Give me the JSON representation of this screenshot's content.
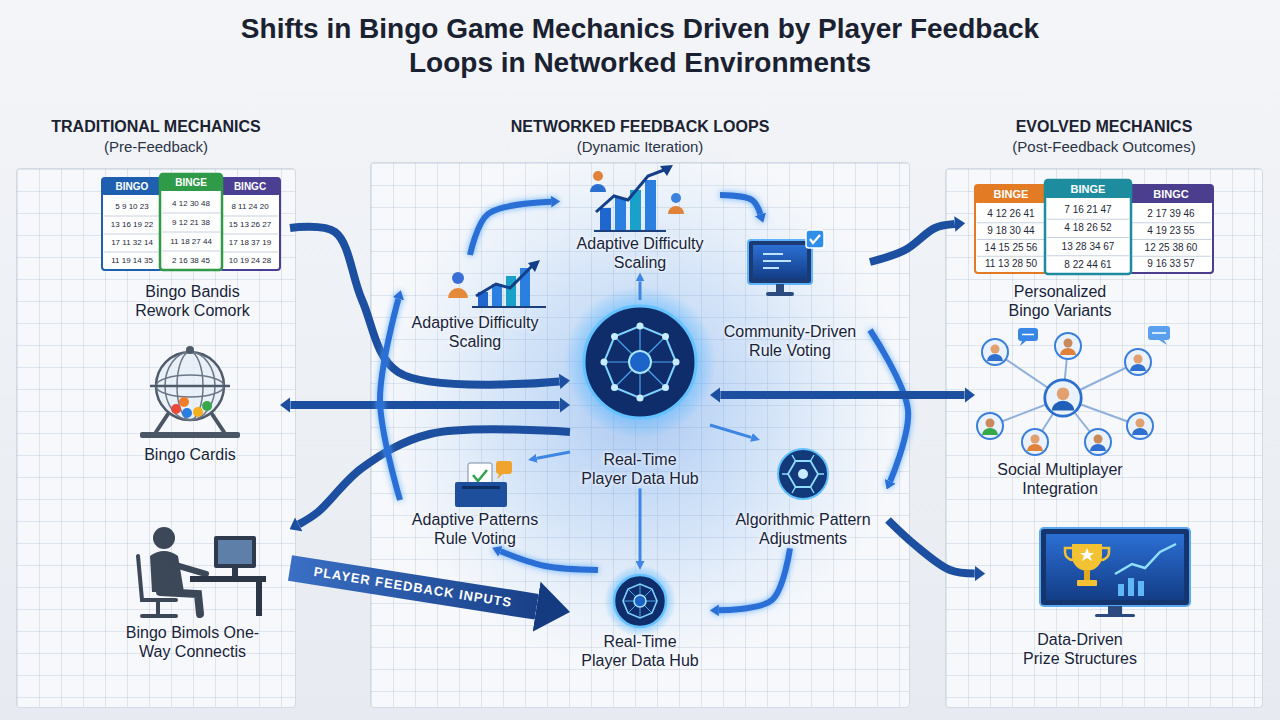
{
  "diagram": {
    "title": "Shifts in Bingo Game Mechanics Driven by Player Feedback Loops in Networked Environments",
    "nodes": [
      {
        "text": [
          "TRADITIONAL MECHANICS",
          "(Pre-Feedback)"
        ]
      },
      {
        "text": [
          "Bingo Bandis Rework Comork"
        ],
        "in": 0
      },
      {
        "text": [
          "Bingo Cardis"
        ],
        "in": 0
      },
      {
        "text": [
          "Bingo Bimols One-Way Connectis"
        ],
        "in": 0
      },
      {
        "text": [
          "NETWORKED FEEDBACK LOOPS",
          "(Dynamic Iteration)"
        ]
      },
      {
        "text": [
          "Adaptive Difficulty Scaling"
        ],
        "in": 4
      },
      {
        "text": [
          "Adaptive Difficulty Scaling"
        ],
        "in": 4
      },
      {
        "text": [
          "Community-Driven Rule Voting"
        ],
        "in": 4
      },
      {
        "text": [
          "Real-Time Player Data Hub"
        ],
        "in": 4
      },
      {
        "text": [
          "Adaptive Patterns Rule Voting"
        ],
        "in": 4
      },
      {
        "text": [
          "Algorithmic Pattern Adjustments"
        ],
        "in": 4
      },
      {
        "text": [
          "Real-Time Player Data Hub"
        ],
        "in": 4
      },
      {
        "text": [
          "EVOLVED MECHANICS",
          "(Post-Feedback Outcomes)"
        ]
      },
      {
        "text": [
          "Personalized Bingo Variants"
        ],
        "in": 12
      },
      {
        "text": [
          "Social Multiplayer Integration"
        ],
        "in": 12
      },
      {
        "text": [
          "Data-Driven Prize Structures"
        ],
        "in": 12
      }
    ],
    "edges": [
      {
        "from": 1,
        "to": 8,
        "arrow": "to"
      },
      {
        "from": 2,
        "to": 8,
        "arrow": "both"
      },
      {
        "from": 8,
        "to": 3,
        "arrow": "to"
      },
      {
        "from": 3,
        "to": 11,
        "arrow": "to",
        "label": "PLAYER FEEDBACK INPUTS"
      },
      {
        "from": 6,
        "to": 5,
        "arrow": "to"
      },
      {
        "from": 5,
        "to": 7,
        "arrow": "to"
      },
      {
        "from": 7,
        "to": 10,
        "arrow": "to"
      },
      {
        "from": 10,
        "to": 11,
        "arrow": "to"
      },
      {
        "from": 11,
        "to": 9,
        "arrow": "to"
      },
      {
        "from": 9,
        "to": 6,
        "arrow": "to"
      },
      {
        "from": 8,
        "to": 5,
        "arrow": "to"
      },
      {
        "from": 8,
        "to": 9,
        "arrow": "to"
      },
      {
        "from": 8,
        "to": 10,
        "arrow": "to"
      },
      {
        "from": 8,
        "to": 11,
        "arrow": "to"
      },
      {
        "from": 8,
        "to": 14,
        "arrow": "both"
      },
      {
        "from": 7,
        "to": 13,
        "arrow": "to"
      },
      {
        "from": 10,
        "to": 15,
        "arrow": "to"
      }
    ],
    "labels": [
      "BINGO",
      "5 9 10 23",
      "13 16 19 22",
      "17 11 32 14",
      "11 19 14 35",
      "BINGE",
      "4 12 30 48",
      "9 12 21 38",
      "11 18 27 44",
      "2 16 38 45",
      "BINGC",
      "8 11 24 20",
      "15 13 26 27",
      "17 18 37 19",
      "10 19 24 28",
      "BINGE",
      "4 12 26 41",
      "9 18 30 44",
      "14 15 25 56",
      "11 13 28 50",
      "BINGE",
      "7 16 21 47",
      "4 18 26 52",
      "13 28 34 67",
      "8 22 44 61",
      "BINGC",
      "2 17 39 46",
      "4 19 23 55",
      "12 25 38 60",
      "9 16 33 57"
    ]
  }
}
